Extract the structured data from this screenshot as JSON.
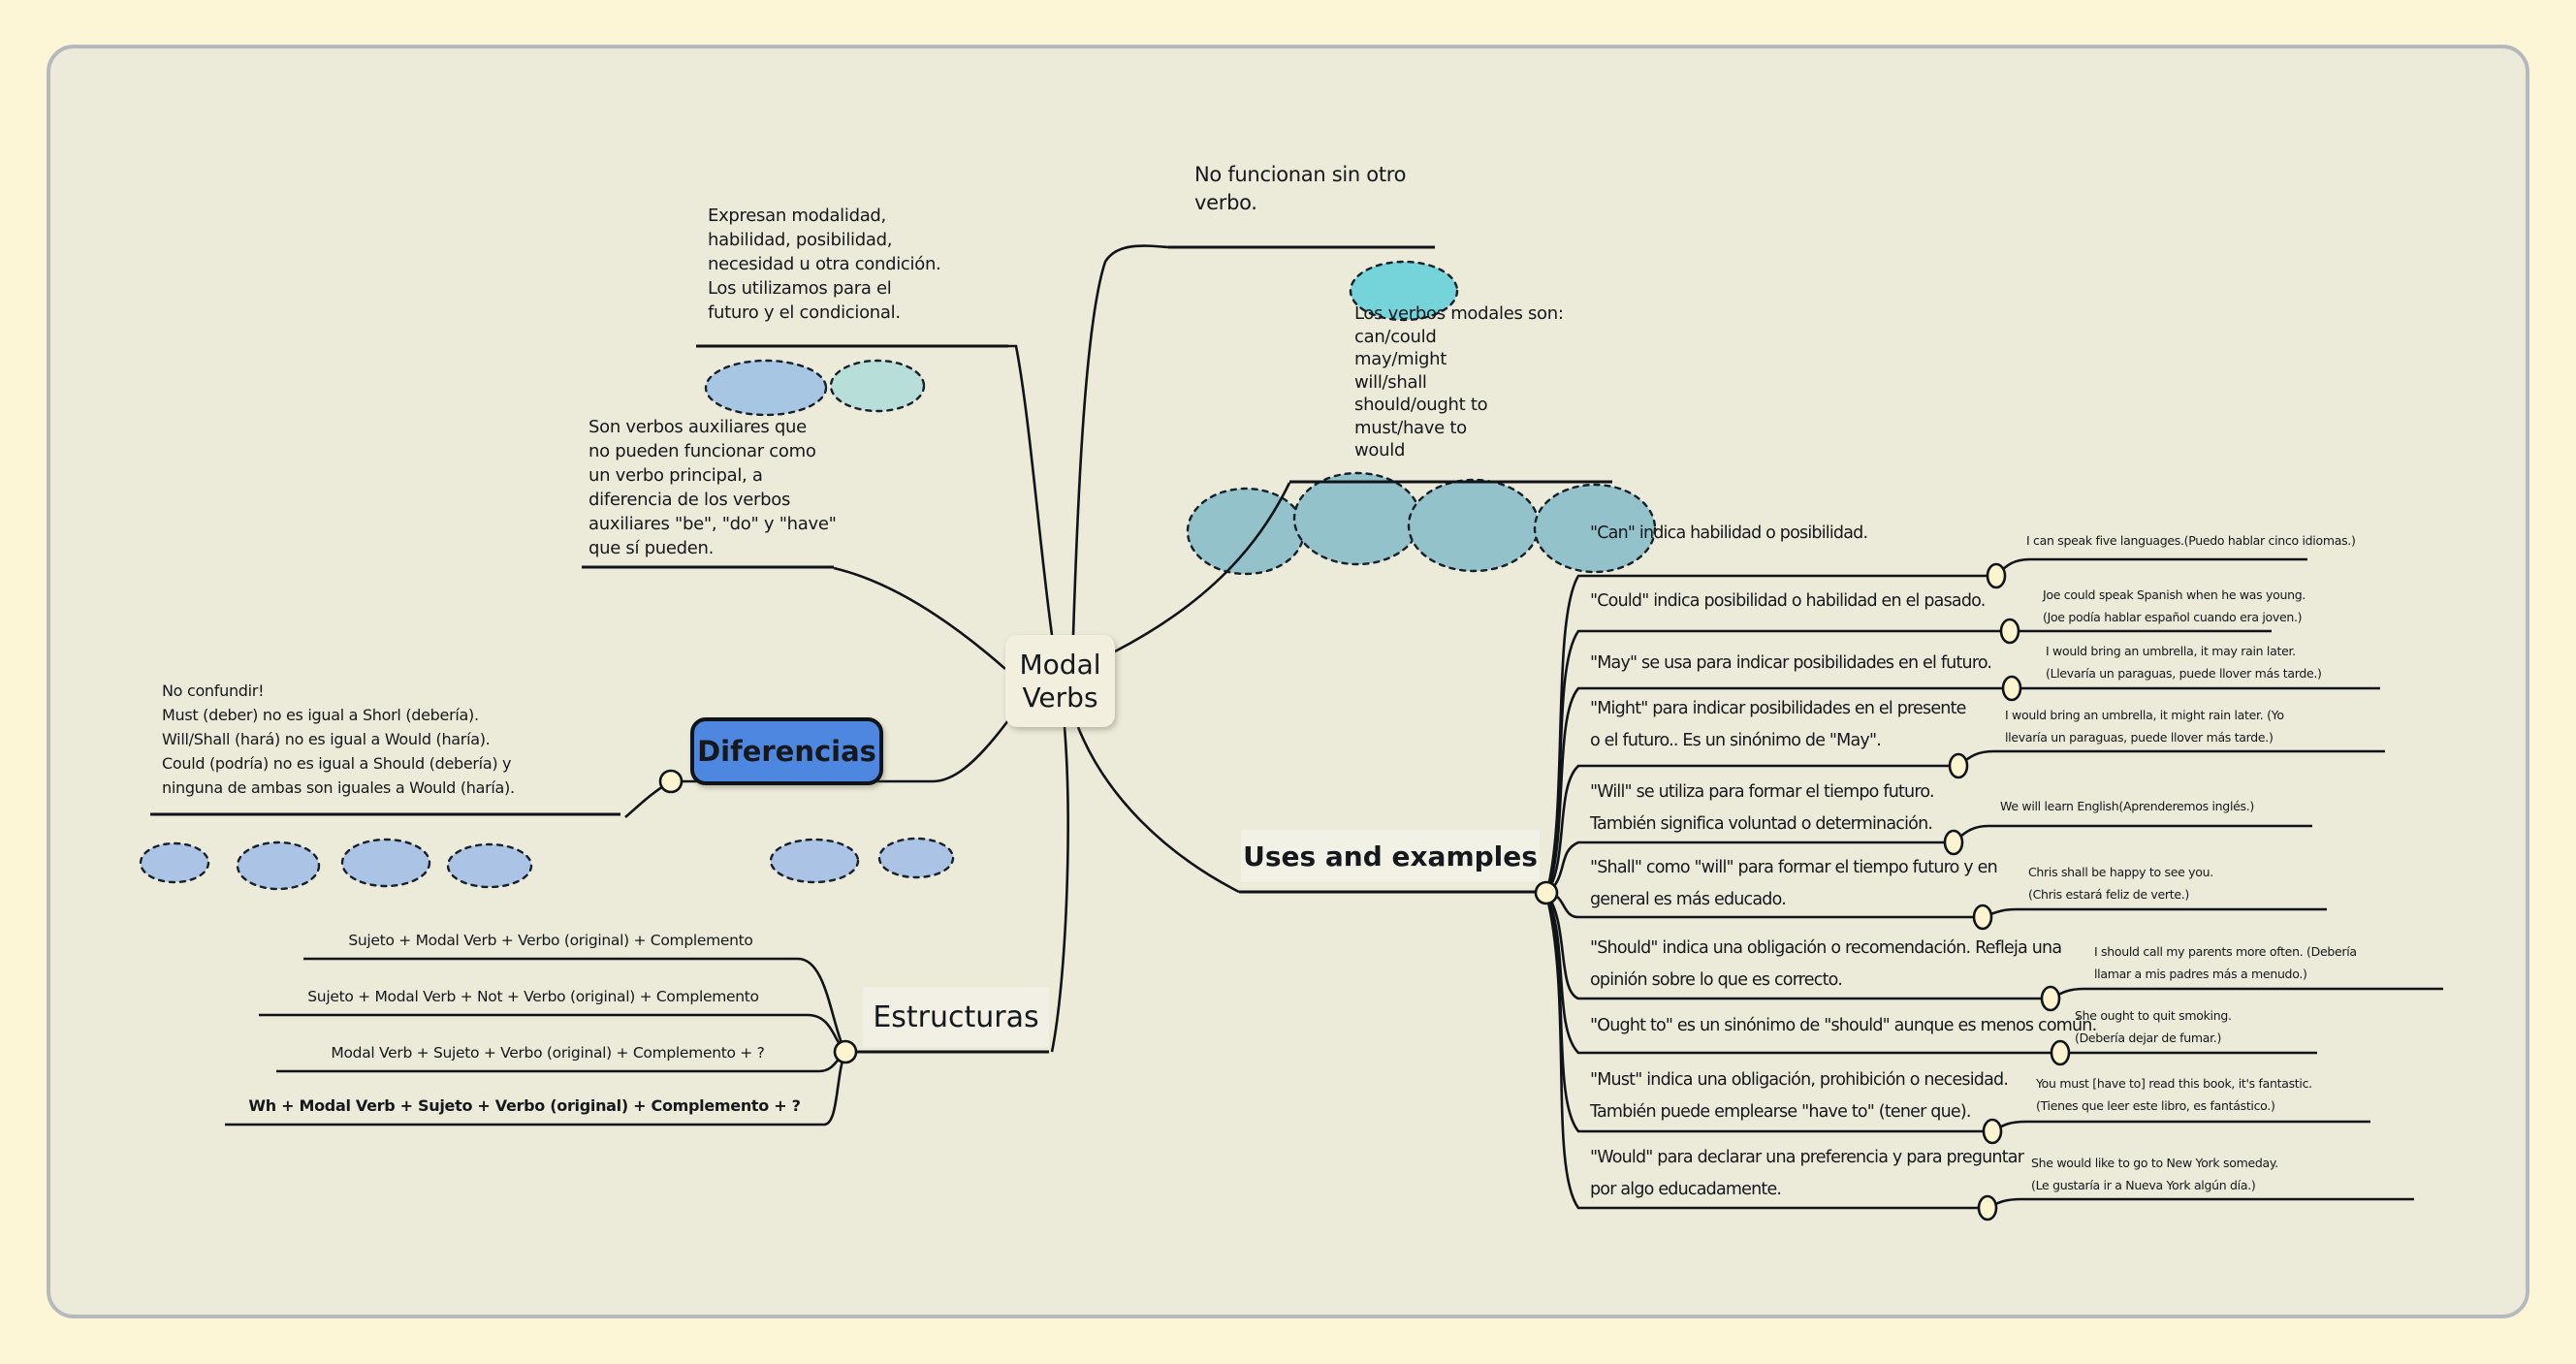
{
  "root": {
    "label": "Modal\nVerbs"
  },
  "nodes": {
    "diferencias": "Diferencias",
    "estructuras": "Estructuras",
    "uses": "Uses and examples"
  },
  "clouds": {
    "definition": "Expresan modalidad,\nhabilidad, posibilidad,\nnecesidad u otra condición.\nLos utilizamos para el\nfuturo y el condicional.",
    "auxiliary": "Son verbos auxiliares que\nno pueden funcionar como\nun verbo principal, a\ndiferencia de los verbos\nauxiliares \"be\", \"do\" y \"have\"\nque sí pueden.",
    "no_function": "No funcionan sin otro\nverbo.",
    "modal_list": "Los verbos modales son:\ncan/could\nmay/might\nwill/shall\nshould/ought to\nmust/have to\nwould",
    "no_confuse": "No confundir!\nMust (deber) no es igual a Shorl (debería).\nWill/Shall (hará) no es igual a Would (haría).\nCould (podría) no es igual a Should (debería) y\nninguna de ambas son iguales a Would (haría)."
  },
  "estructuras_lines": [
    "Sujeto + Modal Verb + Verbo (original) + Complemento",
    "Sujeto + Modal Verb + Not + Verbo (original) + Complemento",
    "Modal Verb + Sujeto + Verbo (original) + Complemento + ?",
    "Wh + Modal Verb + Sujeto + Verbo (original) + Complemento + ?"
  ],
  "uses_rows": [
    {
      "description": "\"Can\" indica habilidad o posibilidad.",
      "example": "I can speak five languages.(Puedo hablar cinco idiomas.)"
    },
    {
      "description": "\"Could\" indica posibilidad o habilidad en el pasado.",
      "example": "Joe could speak Spanish when he was young.\n(Joe podía hablar español cuando era joven.)"
    },
    {
      "description": "\"May\" se usa para indicar posibilidades en el futuro.",
      "example": "I would bring an umbrella, it may rain later.\n(Llevaría un paraguas, puede llover más tarde.)"
    },
    {
      "description": "\"Might\" para indicar posibilidades en el presente\no el futuro.. Es un sinónimo de \"May\".",
      "example": "I would bring an umbrella, it might rain later.    (Yo\nllevaría un paraguas, puede llover más tarde.)"
    },
    {
      "description": "\"Will\" se utiliza para formar el tiempo futuro.\nTambién significa voluntad o determinación.",
      "example": "We will learn English(Aprenderemos inglés.)"
    },
    {
      "description": "\"Shall\" como \"will\" para formar el tiempo futuro y en\ngeneral es más educado.",
      "example": "Chris shall be happy to see you.\n(Chris estará feliz de verte.)"
    },
    {
      "description": "\"Should\" indica una obligación o recomendación. Refleja una\nopinión sobre lo que es correcto.",
      "example": "I should call my parents more often. (Debería\nllamar a mis padres más a menudo.)"
    },
    {
      "description": "\"Ought to\" es un sinónimo de \"should\" aunque es menos común.",
      "example": "She ought to quit smoking.\n(Debería dejar de fumar.)"
    },
    {
      "description": "\"Must\" indica una obligación, prohibición o necesidad.\nTambién puede emplearse \"have to\" (tener que).",
      "example": "You must [have to] read this book, it's fantastic.\n(Tienes que leer este libro, es fantástico.)"
    },
    {
      "description": "\"Would\" para declarar una preferencia y para preguntar\npor algo educadamente.",
      "example": "She would like to go to New York someday.\n(Le gustaría ir a Nueva York algún día.)"
    }
  ],
  "colors": {
    "pageBg": "#fdf6d6",
    "canvasBg": "#ecead9",
    "canvasBorder": "#b5b9be",
    "line": "#101418",
    "rootFill": "#f2efdf",
    "diferenciasFill": "#4d87e0",
    "cloudDefinition": "#c8dedb",
    "cloudAuxiliary": "#c6ced6",
    "cloudNoFunction": "#c5e8dc",
    "cloudModalListA": "#cfecdf",
    "cloudModalListB": "#9adfde",
    "cloudNoConfuse": "#ced6d5",
    "cloudEstructuras": "#c5cee0",
    "cloudBig": "#c0d2cf",
    "blueEllipse": "#abc4e6",
    "tealCircle": "#93c2cb",
    "cyanEllipse": "#74d4d9",
    "dotFill": "#fcf4cf"
  }
}
